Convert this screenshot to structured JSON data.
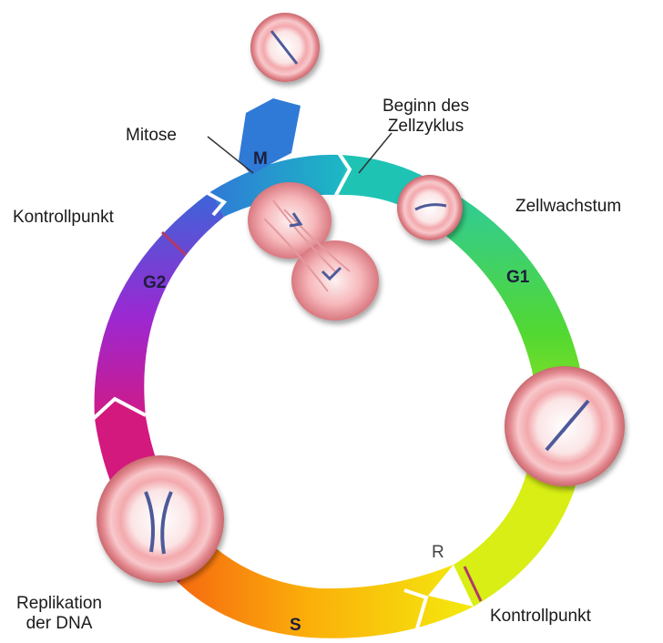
{
  "labels": {
    "mitose": "Mitose",
    "beginn_line1": "Beginn des",
    "beginn_line2": "Zellzyklus",
    "kontrollpunkt_g2": "Kontrollpunkt",
    "zellwachstum": "Zellwachstum",
    "replikation_line1": "Replikation",
    "replikation_line2": "der DNA",
    "kontrollpunkt_r": "Kontrollpunkt",
    "r_marker": "R"
  },
  "phases": {
    "m": "M",
    "g1": "G1",
    "g2": "G2",
    "s": "S"
  },
  "colors": {
    "ring_teal": "#1ec3b4",
    "ring_green": "#3fd23a",
    "ring_yellow": "#f2ea10",
    "ring_orange": "#fb8a08",
    "ring_magenta": "#d3187e",
    "ring_purple": "#8a22d6",
    "ring_blue": "#2f6fd8",
    "checkpoint_mark": "#b03a6a",
    "cell_fill": "#f2a3a7",
    "cell_inner": "#fbe9ea",
    "chromosome": "#4e5a9a"
  }
}
